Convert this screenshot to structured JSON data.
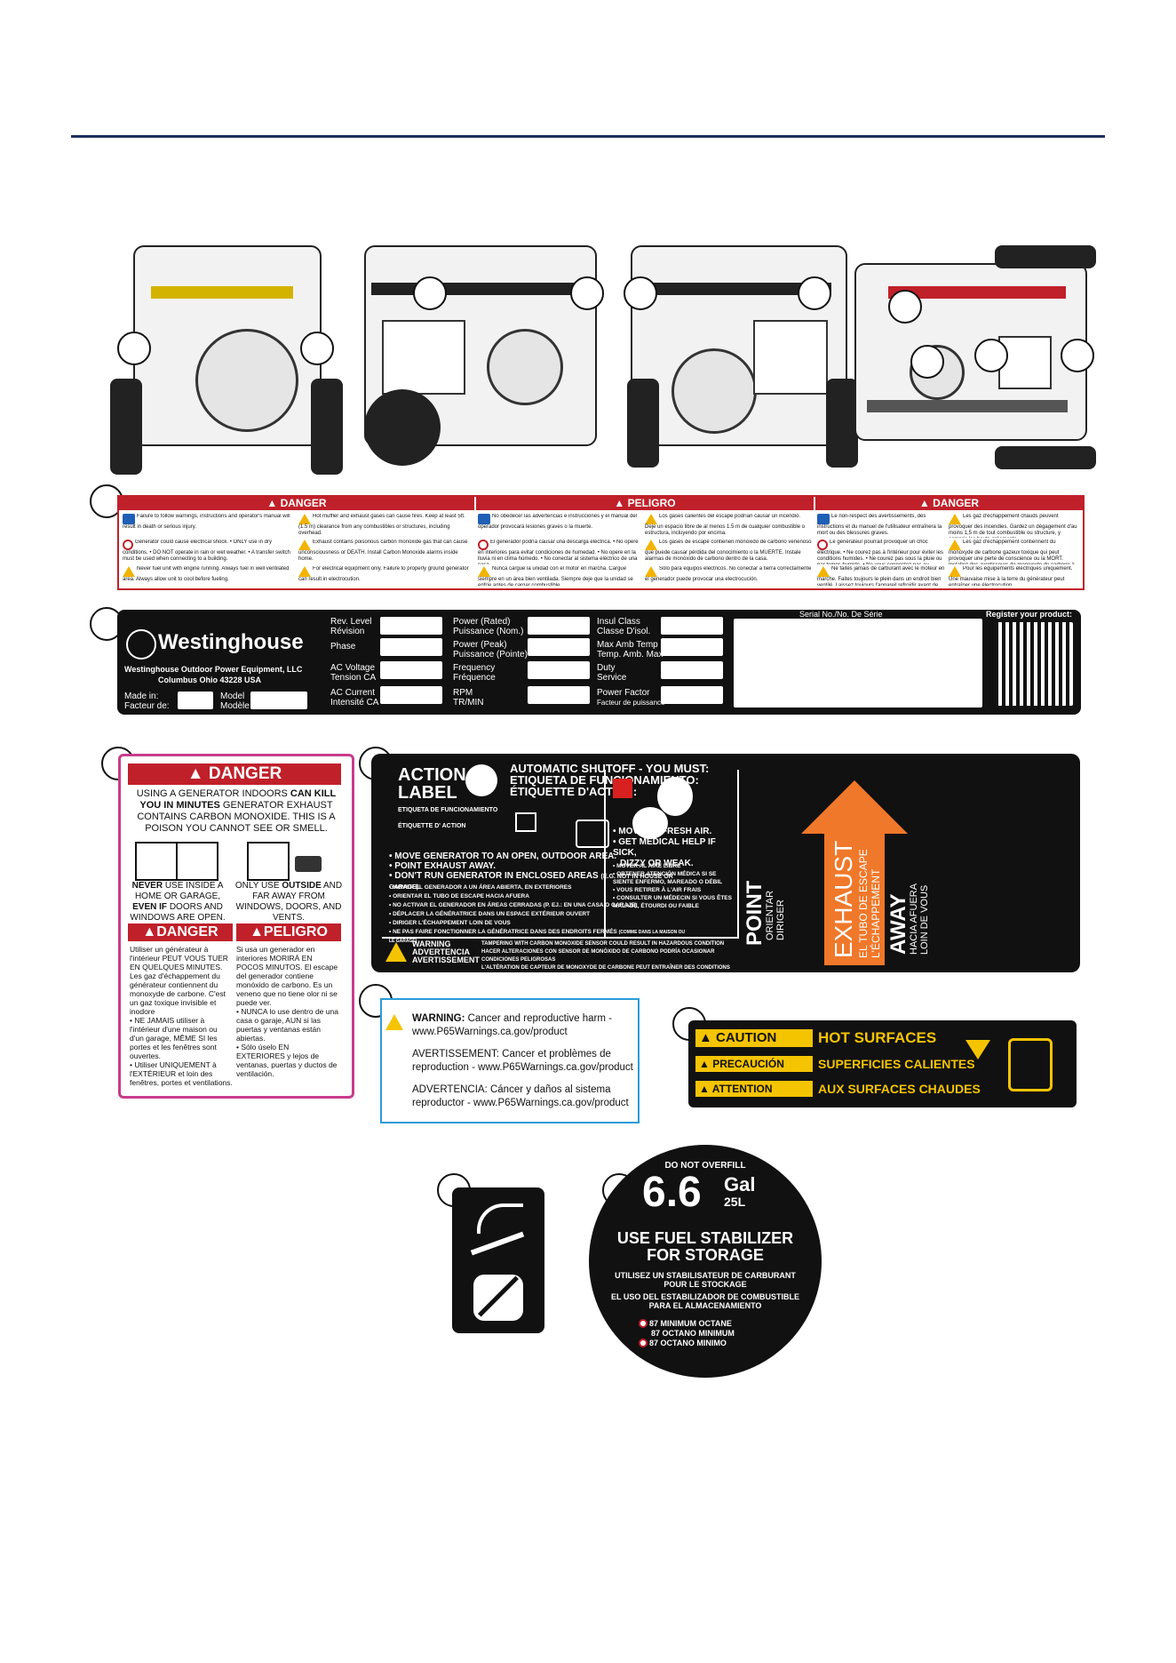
{
  "danger_strip": {
    "heads": [
      "DANGER",
      "PELIGRO",
      "DANGER"
    ],
    "cells": [
      "Failure to follow warnings, instructions and operator's manual will result in death or serious injury.",
      "Hot muffler and exhaust gases can cause fires. Keep at least 5ft. (1.5 m) clearance from any combustibles or structures, including overhead.",
      "No obedecer las advertencias e instrucciones y el manual del operador provocará lesiones graves o la muerte.",
      "Los gases calientes del escape podrían causar un incendio. Deje un espacio libre de al menos 1.5 m de cualquier combustible o estructura, incluyendo por encima.",
      "Le non-respect des avertissements, des instructions et du manuel de l'utilisateur entraînera la mort ou des blessures graves.",
      "Les gaz d'échappement chauds peuvent provoquer des incendies. Gardez un dégagement d'au moins 1,5 m de tout combustible ou structure, y compris les hauts gréements.",
      "Generator could cause electrical shock. • ONLY use in dry conditions. • DO NOT operate in rain or wet weather. • A transfer switch must be used when connecting to a building.",
      "Exhaust contains poisonous carbon monoxide gas that can cause unconsciousness or DEATH. Install Carbon Monoxide alarms inside home.",
      "El generador podría causar una descarga eléctrica. • No opere en interiores para evitar condiciones de humedad. • No opere en la lluvia ni en clima húmedo. • No conectar al sistema eléctrico de una casa.",
      "Los gases de escape contienen monóxido de carbono venenoso que puede causar pérdida del conocimiento o la MUERTE. Instale alarmas de monóxido de carbono dentro de la casa.",
      "Le générateur pourrait provoquer un choc électrique. • Ne courez pas à l'intérieur pour éviter les conditions humides. • Ne courez pas sous la pluie ou par temps humide. • Ne vous connectez pas au système électrique d'une maison.",
      "Les gaz d'échappement contiennent du monoxyde de carbone gazeux toxique qui peut provoquer une perte de conscience ou la MORT. Installez des avertisseurs de monoxyde de carbone à l'intérieur de la maison.",
      "Never fuel unit with engine running. Always fuel in well ventilated area. Always allow unit to cool before fueling.",
      "For electrical equipment only. Failure to properly ground generator can result in electrocution.",
      "Nunca cargue la unidad con el motor en marcha. Cargue siempre en un área bien ventilada. Siempre deje que la unidad se enfríe antes de cargar combustible.",
      "Sólo para equipos eléctricos. No conectar a tierra correctamente el generador puede provocar una electrocución.",
      "Ne faites jamais de carburant avec le moteur en marche. Faites toujours le plein dans un endroit bien ventilé. Laissez toujours l'appareil refroidir avant de faire le plein.",
      "Pour les équipements électriques uniquement. Une mauvaise mise à la terre du générateur peut entraîner une électrocution."
    ]
  },
  "plate": {
    "brand": "Westinghouse",
    "company": "Westinghouse Outdoor Power Equipment, LLC",
    "address": "Columbus Ohio 43228 USA",
    "made_in": "Made in:",
    "facteur": "Facteur de:",
    "model": "Model",
    "modele": "Modèle",
    "rev1": "Rev. Level",
    "rev2": "Révision",
    "phase": "Phase",
    "acv1": "AC Voltage",
    "acv2": "Tension CA",
    "acc1": "AC Current",
    "acc2": "Intensité CA",
    "pr1": "Power (Rated)",
    "pr2": "Puissance (Nom.)",
    "pp1": "Power (Peak)",
    "pp2": "Puissance (Pointe)",
    "fr1": "Frequency",
    "fr2": "Fréquence",
    "rpm1": "RPM",
    "rpm2": "TR/MIN",
    "ins1": "Insul Class",
    "ins2": "Classe D'isol.",
    "mat1": "Max Amb Temp",
    "mat2": "Temp. Amb. Max",
    "duty1": "Duty",
    "duty2": "Service",
    "pf1": "Power Factor",
    "pf2": "Facteur de puissance",
    "serial": "Serial No./No. De Série",
    "register": "Register your product:"
  },
  "co_label": {
    "danger": "DANGER",
    "line1": "USING A GENERATOR INDOORS",
    "line1b": "CAN KILL",
    "line2": "YOU IN MINUTES",
    "line2b": "GENERATOR EXHAUST",
    "line3": "CONTAINS CARBON MONOXIDE. THIS IS A",
    "line4": "POISON YOU CANNOT SEE OR SMELL.",
    "never": "NEVER",
    "never_rest": "USE INSIDE A HOME OR GARAGE,",
    "even": "EVEN IF",
    "even_rest": "DOORS AND WINDOWS ARE OPEN.",
    "only": "ONLY USE",
    "outside": "OUTSIDE",
    "only_rest": "AND FAR AWAY FROM WINDOWS, DOORS, AND VENTS.",
    "danger_fr": "DANGER",
    "peligro": "PELIGRO",
    "fr_text": "Utiliser un générateur à l'intérieur PEUT VOUS TUER EN QUELQUES MINUTES. Les gaz d'échappement du générateur contiennent du monoxyde de carbone. C'est un gaz toxique invisible et inodore",
    "fr_b1": "• NE JAMAIS utiliser à l'intérieur d'une maison ou d'un garage, MÊME SI les portes et les fenêtres sont ouvertes.",
    "fr_b2": "• Utiliser UNIQUEMENT à l'EXTÉRIEUR et loin des fenêtres, portes et ventilations.",
    "es_text": "Si usa un generador en interiores MORIRÁ EN POCOS MINUTOS. El escape del generador contiene monóxido de carbono. Es un veneno que no tiene olor ni se puede ver.",
    "es_b1": "• NUNCA lo use dentro de una casa o garaje, AUN si las puertas y ventanas están abiertas.",
    "es_b2": "• Sólo úselo EN EXTERIORES y lejos de ventanas, puertas y ductos de ventilación."
  },
  "action_label": {
    "title1": "ACTION",
    "title2": "LABEL",
    "sub1": "ETIQUETA DE FUNCIONAMIENTO",
    "sub2": "ÉTIQUETTE D' ACTION",
    "auto1": "AUTOMATIC SHUTOFF - YOU MUST:",
    "auto2": "ETIQUETA DE FUNCIONAMIENTO:",
    "auto3": "ÉTIQUETTE D'ACTION:",
    "b1": "• MOVE GENERATOR TO AN OPEN, OUTDOOR AREA.",
    "b2": "• POINT EXHAUST AWAY.",
    "b3": "• DON'T RUN GENERATOR IN ENCLOSED AREAS",
    "b3s": "(E.G. NOT IN HOUSE OR GARAGE).",
    "s1": "• MOVER EL GENERADOR A UN ÁREA ABIERTA, EN EXTERIORES",
    "s2": "• ORIENTAR EL TUBO DE ESCAPE HACIA AFUERA",
    "s3": "• NO ACTIVAR EL GENERADOR EN ÁREAS CERRADAS (P. EJ.: EN UNA CASA O GARAJE)",
    "s4": "• DÉPLACER LA GÉNÉRATRICE DANS UN ESPACE EXTÉRIEUR OUVERT",
    "s5": "• DIRIGER L'ÉCHAPPEMENT LOIN DE VOUS",
    "s6": "• NE PAS FAIRE FONCTIONNER LA GÉNÉRATRICE DANS DES ENDROITS FERMÉS",
    "s6s": "(COMME DANS LA MAISON OU LE GARAGE)",
    "m1": "• MOVE TO FRESH AIR.",
    "m2": "• GET MEDICAL HELP IF SICK,",
    "m3": "DIZZY OR WEAK.",
    "m4": "• MOVER AL AIRE LIBRE",
    "m5": "• OBTENER ATENCIÓN MÉDICA SI SE SIENTE ENFERMO, MAREADO O DÉBIL",
    "m6": "• VOUS RETIRER À L'AIR FRAIS",
    "m7": "• CONSULTER UN MÉDECIN SI VOUS ÊTES MALADE, ÉTOURDI OU FAIBLE",
    "w1": "WARNING",
    "w2": "ADVERTENCIA",
    "w3": "AVERTISSEMENT",
    "t1": "TAMPERING WITH CARBON MONOXIDE SENSOR COULD RESULT IN HAZARDOUS CONDITION",
    "t2": "HACER ALTERACIONES CON SENSOR DE MONÓXIDO DE CARBONO PODRÍA OCASIONAR CONDICIONES PELIGROSAS",
    "t3": "L'ALTÉRATION DE CAPTEUR DE MONOXYDE DE CARBONE PEUT ENTRAÎNER DES CONDITIONS DANGEREUSES",
    "point": "POINT",
    "orientar": "ORIENTAR",
    "diriger": "DIRIGER",
    "exhaust": "EXHAUST",
    "tubo": "EL TUBO DE ESCAPE",
    "echap": "L'ÉCHAPPEMENT",
    "away": "AWAY",
    "hacia": "HACIA AFUERA",
    "loin": "LOIN DE VOUS"
  },
  "prop65": {
    "w_label": "WARNING:",
    "w_text": "Cancer and reproductive harm -",
    "w_url": "www.P65Warnings.ca.gov/product",
    "a_text": "AVERTISSEMENT: Cancer et problèmes de",
    "a_text2": "reproduction - www.P65Warnings.ca.gov/product",
    "e_text": "ADVERTENCIA: Cáncer y daños al sistema",
    "e_text2": "reproductor - www.P65Warnings.ca.gov/product"
  },
  "caution": {
    "c1": "CAUTION",
    "c1t": "HOT SURFACES",
    "c2": "PRECAUCIÓN",
    "c2t": "SUPERFICIES CALIENTES",
    "c3": "ATTENTION",
    "c3t": "AUX SURFACES CHAUDES"
  },
  "fuel": {
    "top": "DO NOT OVERFILL",
    "big": "6.6",
    "gal": "Gal",
    "l": "25L",
    "use1": "USE FUEL STABILIZER",
    "use2": "FOR STORAGE",
    "fr1": "UTILISEZ UN STABILISATEUR DE CARBURANT",
    "fr2": "POUR LE STOCKAGE",
    "es1": "EL USO DEL ESTABILIZADOR DE COMBUSTIBLE",
    "es2": "PARA EL ALMACENAMIENTO",
    "o1": "87 MINIMUM OCTANE",
    "o2": "87 OCTANO MINIMUM",
    "o3": "87 OCTANO MINIMO"
  },
  "colors": {
    "rule": "#1f2f5c",
    "danger": "#c0202a",
    "caution": "#f5c400",
    "exhaust": "#f0782a",
    "prop65_border": "#2a9cd8",
    "co_border": "#c83c8c"
  }
}
